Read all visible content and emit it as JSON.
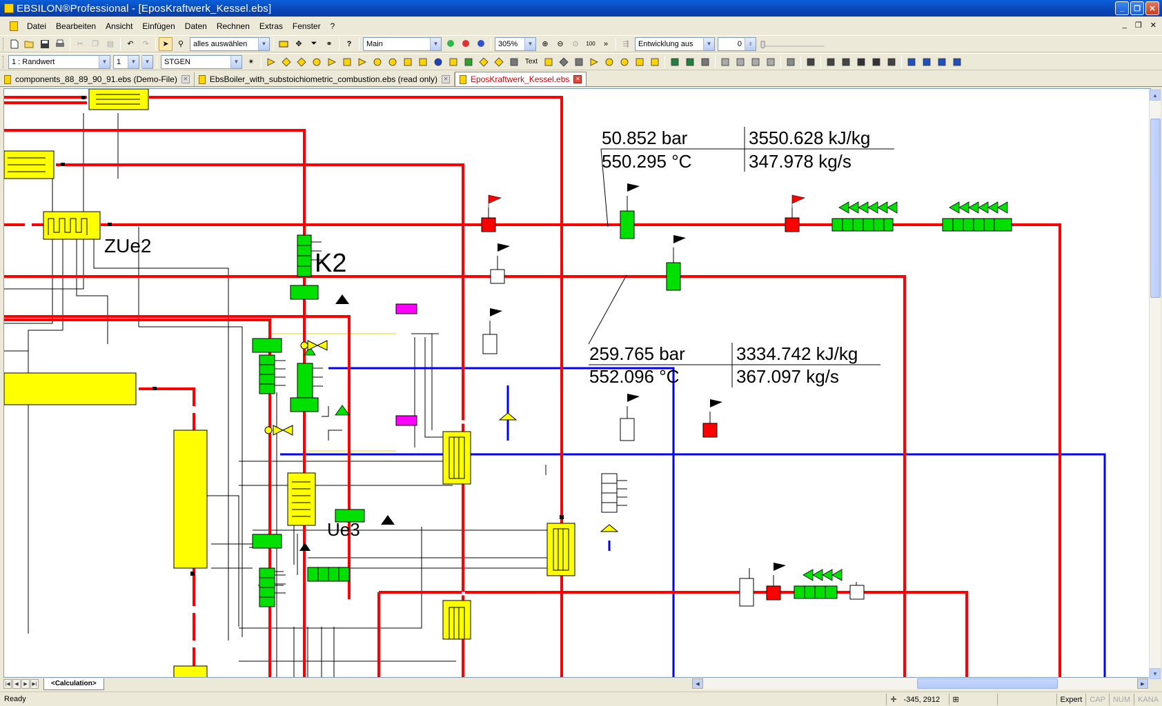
{
  "window": {
    "title": "EBSILON®Professional - [EposKraftwerk_Kessel.ebs]"
  },
  "menu": [
    "Datei",
    "Bearbeiten",
    "Ansicht",
    "Einfügen",
    "Daten",
    "Rechnen",
    "Extras",
    "Fenster",
    "?"
  ],
  "toolbar1": {
    "select_combo": "alles auswählen",
    "profile_combo": "Main",
    "zoom_combo": "305%",
    "dev_combo": "Entwicklung aus",
    "number_field": "0"
  },
  "toolbar2": {
    "boundary_combo": "1 : Randwert",
    "index_combo": "1",
    "blank_combo": "",
    "type_combo": "STGEN",
    "text_button": "Text"
  },
  "doc_tabs": [
    {
      "label": "components_88_89_90_91.ebs (Demo-File)",
      "active": false
    },
    {
      "label": "EbsBoiler_with_substoichiometric_combustion.ebs (read only)",
      "active": false
    },
    {
      "label": "EposKraftwerk_Kessel.ebs",
      "active": true
    }
  ],
  "diagram": {
    "labels": {
      "zue2": "ZUe2",
      "k2": "K2",
      "ue3": "Ue3"
    },
    "value_box_1": {
      "pressure": "50.852 bar",
      "enthalpy": "3550.628 kJ/kg",
      "temperature": "550.295 °C",
      "massflow": "347.978 kg/s"
    },
    "value_box_2": {
      "pressure": "259.765 bar",
      "enthalpy": "3334.742 kJ/kg",
      "temperature": "552.096 °C",
      "massflow": "367.097 kg/s"
    },
    "colors": {
      "steam_line": "#ff0000",
      "water_line": "#0000ff",
      "component": "#ffff00",
      "measuring_point": "#00e000",
      "magenta_block": "#ff00ff"
    }
  },
  "sheet_tab": "<Calculation>",
  "status": {
    "ready": "Ready",
    "coords": "-345, 2912",
    "mode": "Expert",
    "cap": "CAP",
    "num": "NUM",
    "kana": "KANA"
  }
}
